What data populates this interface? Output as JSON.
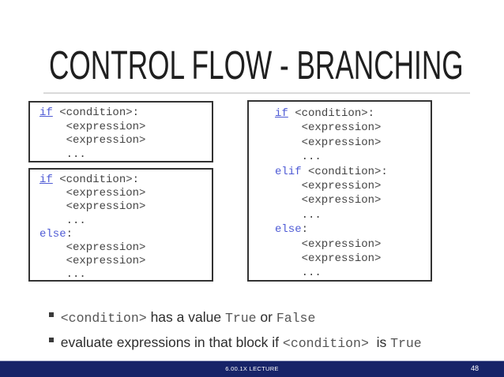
{
  "slide": {
    "title": "CONTROL FLOW - BRANCHING",
    "colors": {
      "keyword": "#4f5bd5",
      "code": "#444444",
      "title": "#1f1f1f",
      "footer_bg": "#172468"
    },
    "code_boxes": [
      {
        "name": "if-block",
        "lines": [
          [
            {
              "t": "if",
              "s": "kw-u"
            },
            {
              "t": " <condition>:",
              "s": "code"
            }
          ],
          [
            {
              "t": "    <expression>",
              "s": "code"
            }
          ],
          [
            {
              "t": "    <expression>",
              "s": "code"
            }
          ],
          [
            {
              "t": "    ...",
              "s": "code"
            }
          ]
        ]
      },
      {
        "name": "if-else-block",
        "lines": [
          [
            {
              "t": "if",
              "s": "kw-u"
            },
            {
              "t": " <condition>:",
              "s": "code"
            }
          ],
          [
            {
              "t": "    <expression>",
              "s": "code"
            }
          ],
          [
            {
              "t": "    <expression>",
              "s": "code"
            }
          ],
          [
            {
              "t": "    ...",
              "s": "code"
            }
          ],
          [
            {
              "t": "else",
              "s": "kw"
            },
            {
              "t": ":",
              "s": "code"
            }
          ],
          [
            {
              "t": "    <expression>",
              "s": "code"
            }
          ],
          [
            {
              "t": "    <expression>",
              "s": "code"
            }
          ],
          [
            {
              "t": "    ...",
              "s": "code"
            }
          ]
        ]
      },
      {
        "name": "if-elif-else-block",
        "lines": [
          [
            {
              "t": "if",
              "s": "kw-u"
            },
            {
              "t": " <condition>:",
              "s": "code"
            }
          ],
          [
            {
              "t": "    <expression>",
              "s": "code"
            }
          ],
          [
            {
              "t": "    <expression>",
              "s": "code"
            }
          ],
          [
            {
              "t": "    ...",
              "s": "code"
            }
          ],
          [
            {
              "t": "elif",
              "s": "kw"
            },
            {
              "t": " <condition>:",
              "s": "code"
            }
          ],
          [
            {
              "t": "    <expression>",
              "s": "code"
            }
          ],
          [
            {
              "t": "    <expression>",
              "s": "code"
            }
          ],
          [
            {
              "t": "    ...",
              "s": "code"
            }
          ],
          [
            {
              "t": "else",
              "s": "kw"
            },
            {
              "t": ":",
              "s": "code"
            }
          ],
          [
            {
              "t": "    <expression>",
              "s": "code"
            }
          ],
          [
            {
              "t": "    <expression>",
              "s": "code"
            }
          ],
          [
            {
              "t": "    ...",
              "s": "code"
            }
          ]
        ]
      }
    ],
    "bullets": [
      {
        "segments": [
          {
            "t": "<condition>",
            "mono": true
          },
          {
            "t": " has a value ",
            "mono": false
          },
          {
            "t": "True",
            "mono": true
          },
          {
            "t": " or ",
            "mono": false
          },
          {
            "t": "False",
            "mono": true
          }
        ]
      },
      {
        "segments": [
          {
            "t": "evaluate expressions in that block if ",
            "mono": false
          },
          {
            "t": "<condition>",
            "mono": true
          },
          {
            "t": "  is ",
            "mono": false
          },
          {
            "t": "True",
            "mono": true
          }
        ]
      }
    ],
    "footer": {
      "lecture": "6.00.1X LECTURE",
      "page": "48"
    }
  }
}
